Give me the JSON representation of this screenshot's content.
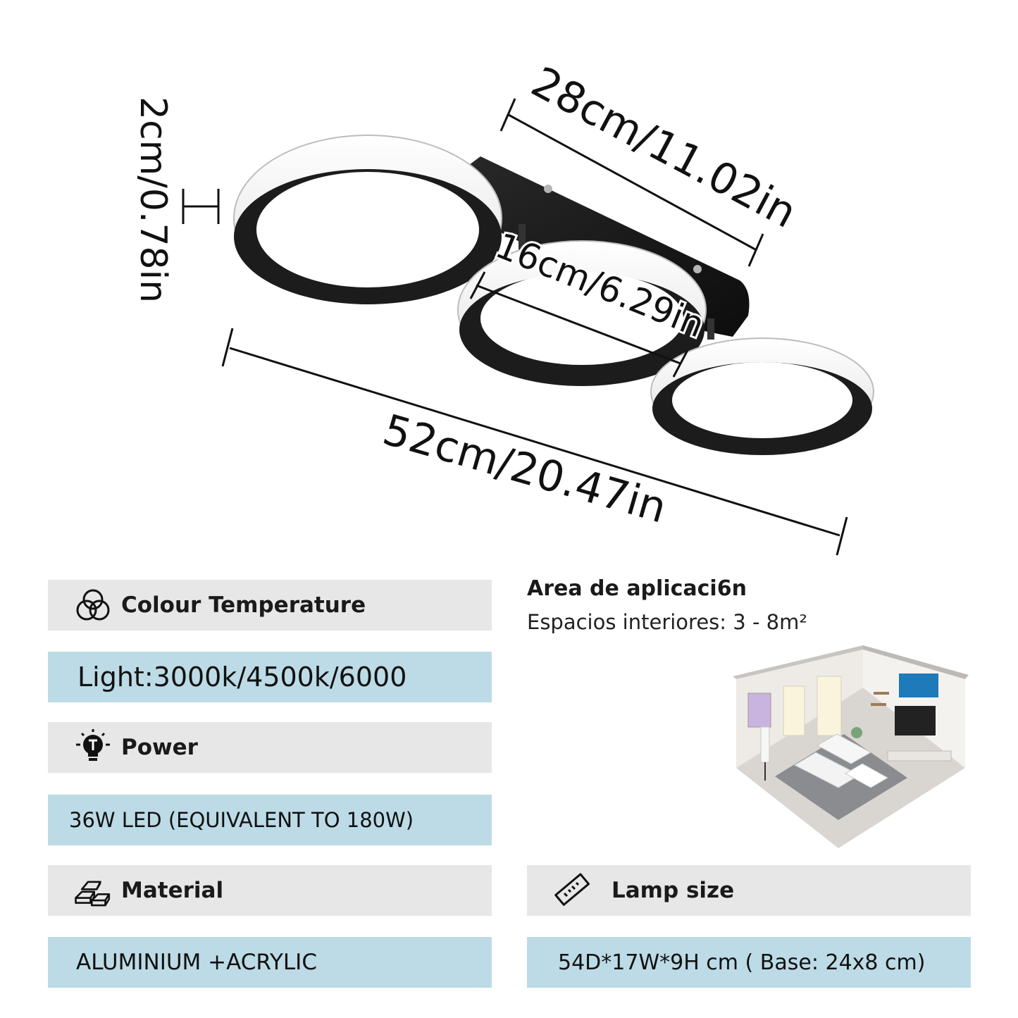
{
  "dimensions": {
    "height_label": "2cm/0.78in",
    "base_width_label": "28cm/11.02in",
    "ring_diameter_label": "16cm/6.29in",
    "total_length_label": "52cm/20.47in"
  },
  "specs": {
    "colour_temperature": {
      "icon": "overlapping-circles-icon",
      "header": "Colour Temperature",
      "value": "Light:3000k/4500k/6000"
    },
    "power": {
      "icon": "light-bulb-icon",
      "header": "Power",
      "value": "36W LED (EQUIVALENT TO 180W)"
    },
    "material": {
      "icon": "ingot-stack-icon",
      "header": "Material",
      "value": "ALUMINIUM +ACRYLIC"
    },
    "lamp_size": {
      "icon": "ruler-icon",
      "header": "Lamp size",
      "value": "54D*17W*9H cm ( Base: 24x8 cm)"
    }
  },
  "application": {
    "title": "Area de aplicaci6n",
    "text": "Espacios interiores: 3 - 8m²"
  },
  "colors": {
    "header_bar": "#e7e7e7",
    "value_bar": "#bcdbe6",
    "ring_dark": "#1c1c1c",
    "ring_light": "#f6f6f6"
  }
}
